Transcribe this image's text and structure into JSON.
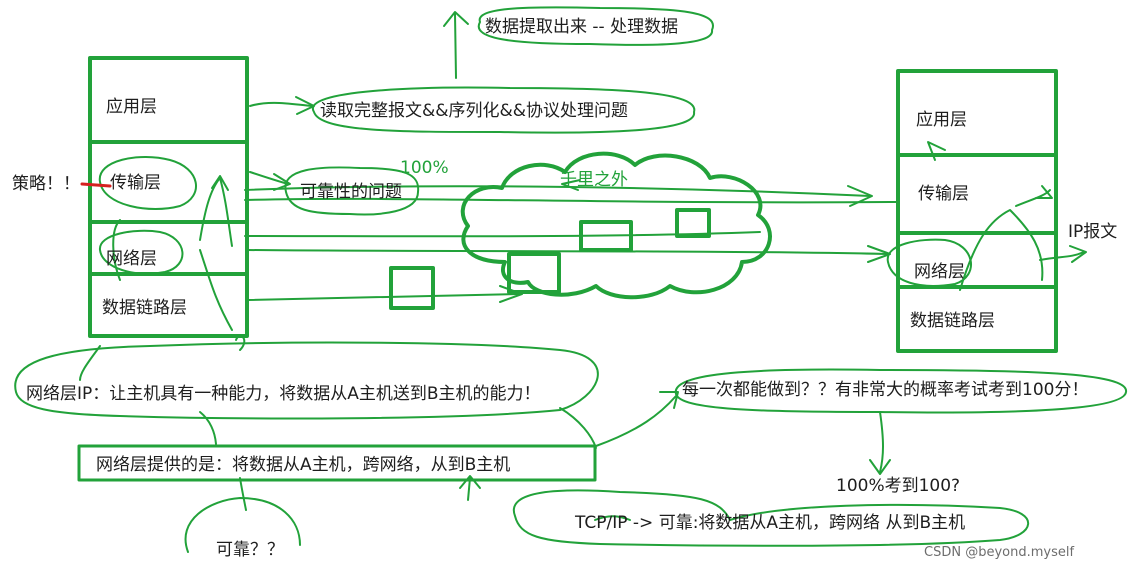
{
  "left_stack": {
    "layers": [
      "应用层",
      "传输层",
      "网络层",
      "数据链路层"
    ]
  },
  "right_stack": {
    "layers": [
      "应用层",
      "传输层",
      "网络层",
      "数据链路层"
    ],
    "side_label": "IP报文"
  },
  "annotations": {
    "strategy": "策略！！",
    "top_process": "数据提取出来 -- 处理数据",
    "app_issues": "读取完整报文&&序列化&&协议处理问题",
    "percent": "100%",
    "reliability": "可靠性的问题",
    "far_away": "千里之外",
    "network_ip": "网络层IP：让主机具有一种能力，将数据从A主机送到B主机的能力！",
    "network_provide": "网络层提供的是：将数据从A主机，跨网络，从到B主机",
    "reliable_q": "可靠？？",
    "every_time": "每一次都能做到？？有非常大的概率考试考到100分！",
    "score_q": "100%考到100?",
    "tcp_ip": "TCP/IP -> 可靠:将数据从A主机，跨网络 从到B主机"
  },
  "watermark": "CSDN @beyond.myself",
  "colors": {
    "green": "#22a23a",
    "red": "#d62020",
    "ink": "#1e1e1e"
  }
}
